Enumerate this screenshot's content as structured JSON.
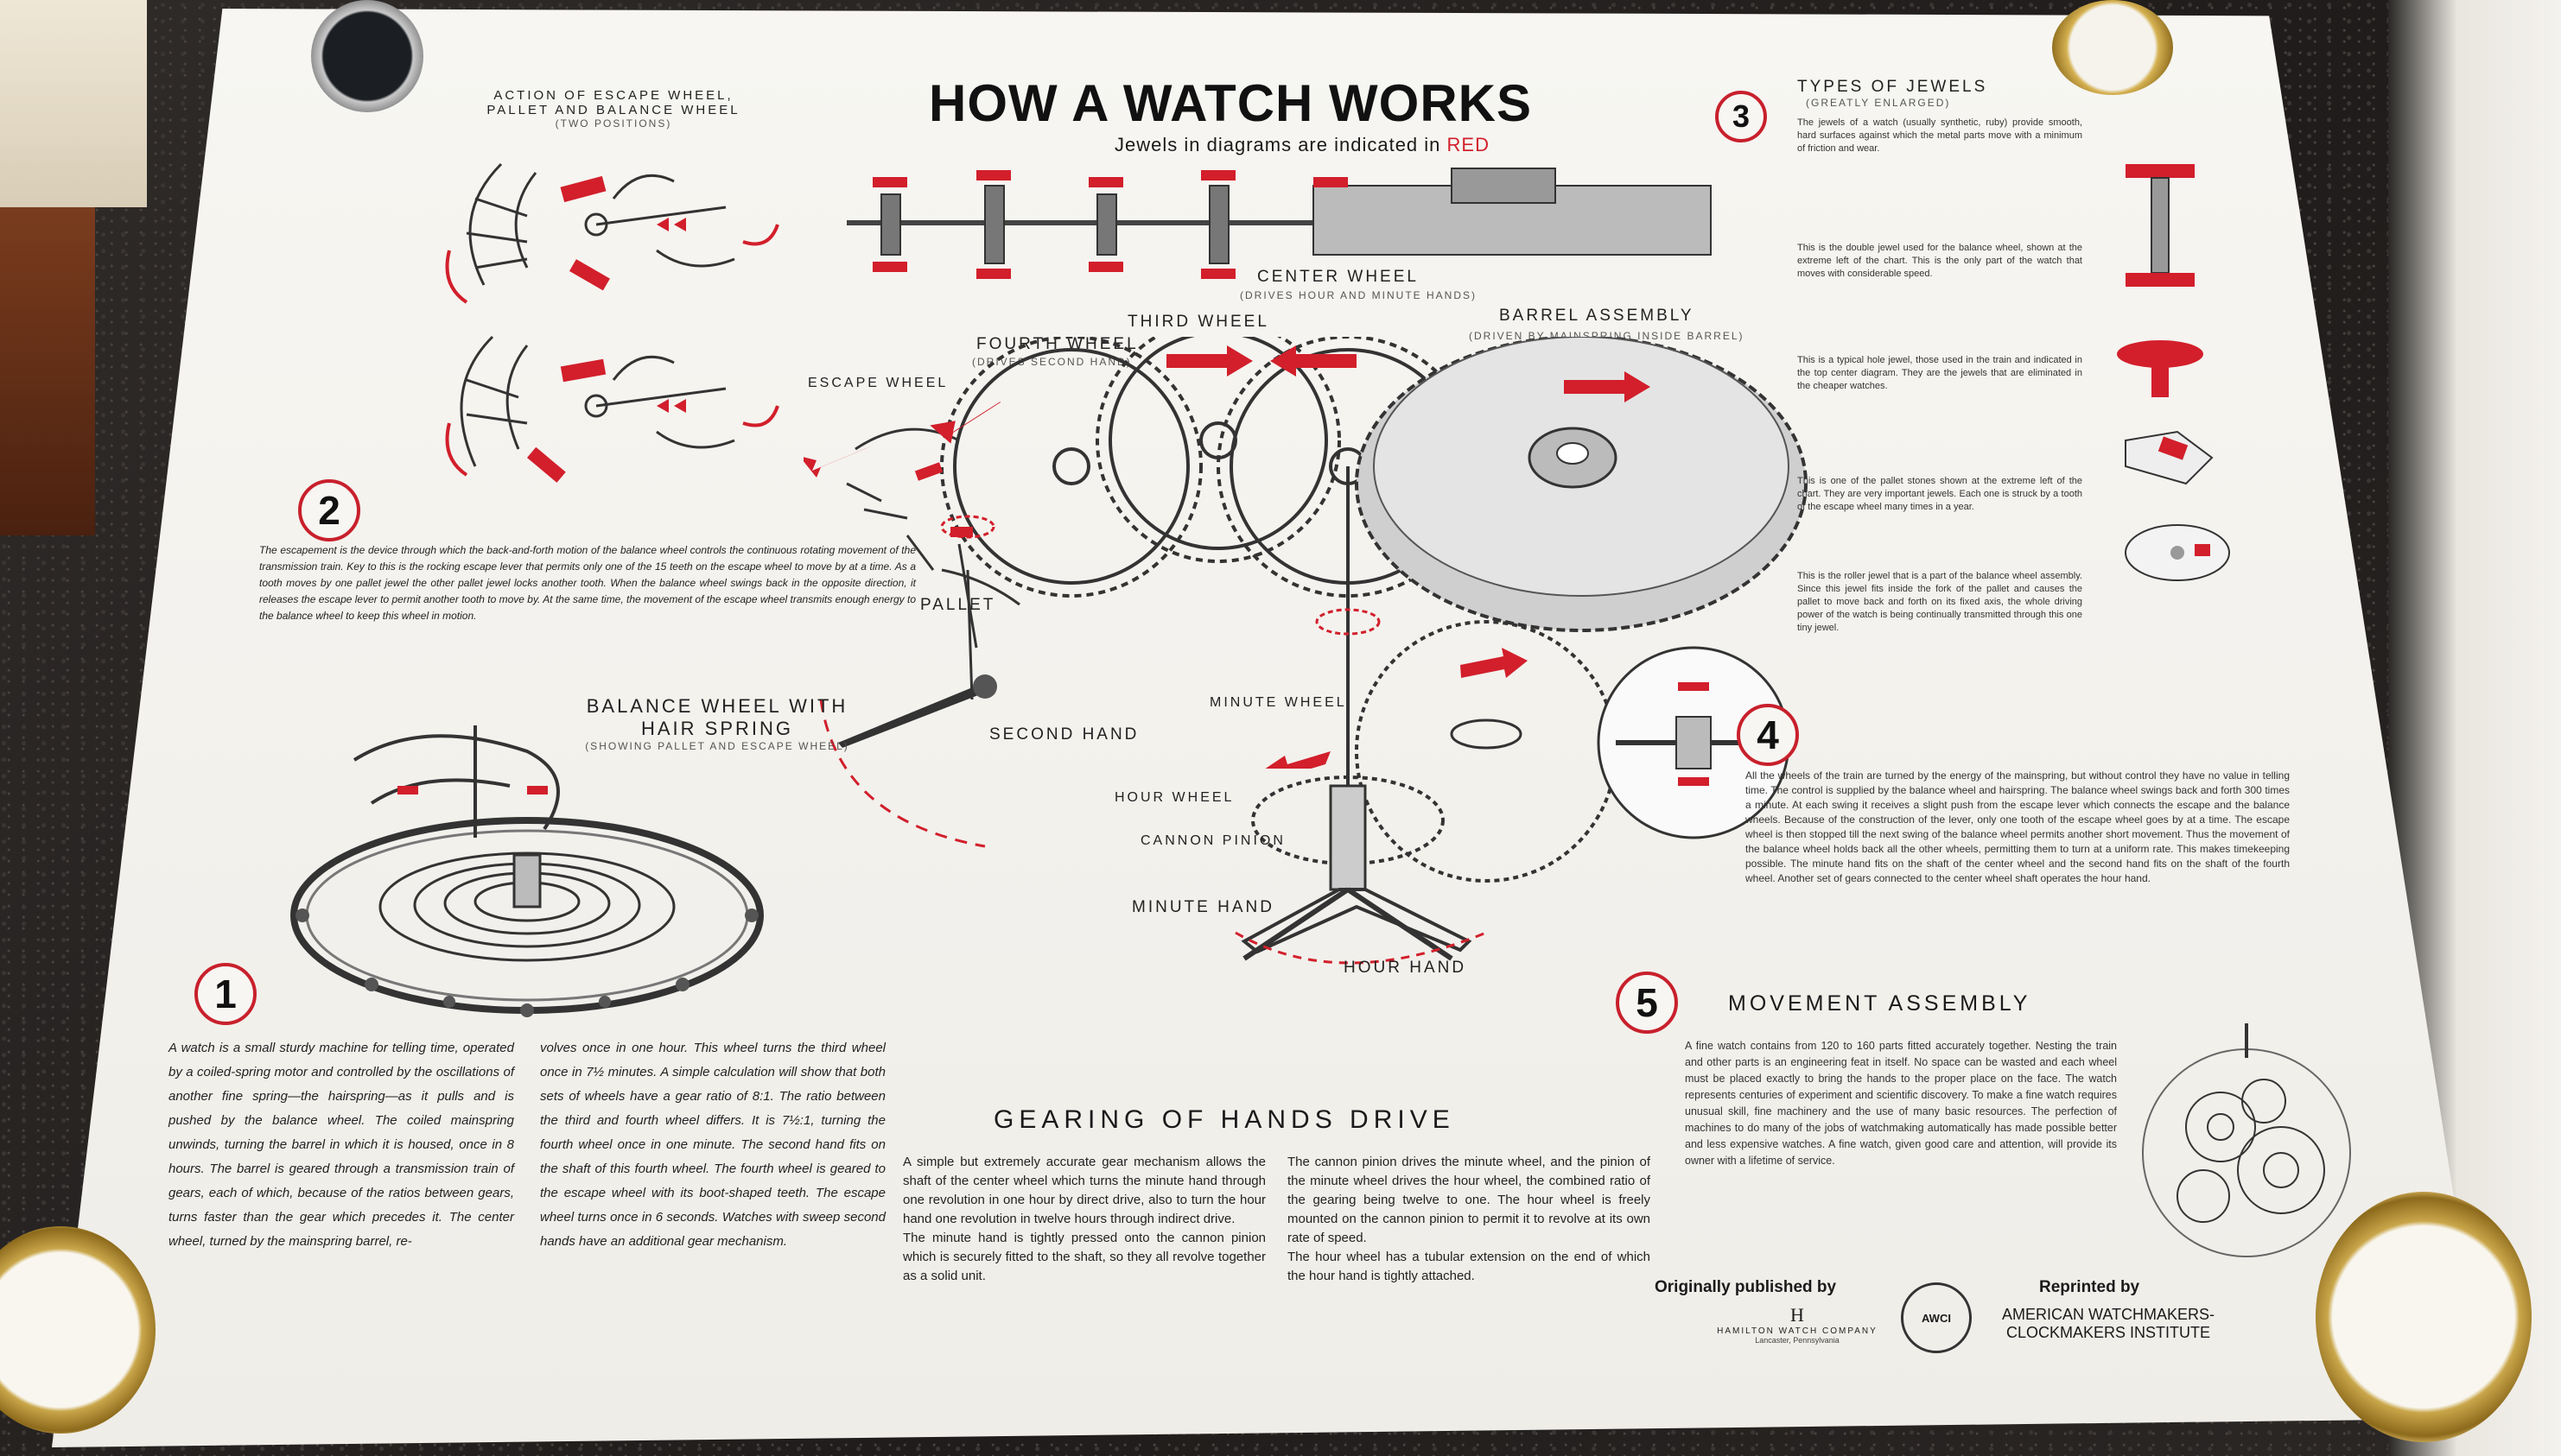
{
  "poster": {
    "title": "HOW A WATCH WORKS",
    "subtitle_prefix": "Jewels in diagrams are indicated in",
    "subtitle_red": "RED",
    "escape_section": {
      "title_line1": "ACTION OF ESCAPE WHEEL,",
      "title_line2": "PALLET AND BALANCE WHEEL",
      "title_line3": "(TWO POSITIONS)"
    },
    "labels": {
      "center_wheel": "CENTER WHEEL",
      "center_wheel_note": "(DRIVES HOUR AND MINUTE HANDS)",
      "third_wheel": "THIRD WHEEL",
      "fourth_wheel": "FOURTH WHEEL",
      "fourth_wheel_note": "(DRIVES SECOND HAND)",
      "escape_wheel": "ESCAPE WHEEL",
      "barrel_assembly": "BARREL ASSEMBLY",
      "barrel_assembly_note": "(DRIVEN BY MAINSPRING INSIDE BARREL)",
      "pallet": "PALLET",
      "second_hand": "SECOND HAND",
      "minute_wheel": "MINUTE WHEEL",
      "hour_wheel": "HOUR WHEEL",
      "cannon_pinion": "CANNON PINION",
      "minute_hand": "MINUTE HAND",
      "hour_hand": "HOUR HAND",
      "balance_title_line1": "BALANCE WHEEL WITH",
      "balance_title_line2": "HAIR SPRING",
      "balance_note": "(SHOWING PALLET AND ESCAPE WHEEL)"
    },
    "section2": {
      "number": "2",
      "text": "The escapement is the device through which the back-and-forth motion of the balance wheel controls the continuous rotating movement of the transmission train. Key to this is the rocking escape lever that permits only one of the 15 teeth on the escape wheel to move by at a time. As a tooth moves by one pallet jewel the other pallet jewel locks another tooth. When the balance wheel swings back in the opposite direction, it releases the escape lever to permit another tooth to move by. At the same time, the movement of the escape wheel transmits enough energy to the balance wheel to keep this wheel in motion."
    },
    "section1": {
      "number": "1",
      "col1": "A watch is a small sturdy machine for telling time, operated by a coiled-spring motor and controlled by the oscillations of another fine spring—the hairspring—as it pulls and is pushed by the balance wheel. The coiled mainspring unwinds, turning the barrel in which it is housed, once in 8 hours. The barrel is geared through a transmission train of gears, each of which, because of the ratios between gears, turns faster than the gear which precedes it. The center wheel, turned by the mainspring barrel, re-",
      "col2": "volves once in one hour. This wheel turns the third wheel once in 7½ minutes. A simple calculation will show that both sets of wheels have a gear ratio of 8:1. The ratio between the third and fourth wheel differs. It is 7½:1, turning the fourth wheel once in one minute. The second hand fits on the shaft of this fourth wheel. The fourth wheel is geared to the escape wheel with its boot-shaped teeth. The escape wheel turns once in 6 seconds. Watches with sweep second hands have an additional gear mechanism."
    },
    "gearing": {
      "title": "GEARING OF HANDS DRIVE",
      "col1": "A simple but extremely accurate gear mechanism allows the shaft of the center wheel which turns the minute hand through one revolution in one hour by direct drive, also to turn the hour hand one revolution in twelve hours through indirect drive.\n   The minute hand is tightly pressed onto the cannon pinion which is securely fitted to the shaft, so they all revolve together as a solid unit.",
      "col2": "The cannon pinion drives the minute wheel, and the pinion of the minute wheel drives the hour wheel, the combined ratio of the gearing being twelve to one. The hour wheel is freely mounted on the cannon pinion to permit it to revolve at its own rate of speed.\n   The hour wheel has a tubular extension on the end of which the hour hand is tightly attached."
    },
    "section3": {
      "number": "3",
      "title": "TYPES OF JEWELS",
      "note": "(GREATLY ENLARGED)",
      "p1": "The jewels of a watch (usually synthetic, ruby) provide smooth, hard surfaces against which the metal parts move with a minimum of friction and wear.",
      "p2": "This is the double jewel used for the balance wheel, shown at the extreme left of the chart. This is the only part of the watch that moves with considerable speed.",
      "p3": "This is a typical hole jewel, those used in the train and indicated in the top center diagram. They are the jewels that are eliminated in the cheaper watches.",
      "p4": "This is one of the pallet stones shown at the extreme left of the chart. They are very important jewels. Each one is struck by a tooth of the escape wheel many times in a year.",
      "p5": "This is the roller jewel that is a part of the balance wheel assembly. Since this jewel fits inside the fork of the pallet and causes the pallet to move back and forth on its fixed axis, the whole driving power of the watch is being continually transmitted through this one tiny jewel."
    },
    "section4": {
      "number": "4",
      "text": "All the wheels of the train are turned by the energy of the mainspring, but without control they have no value in telling time. The control is supplied by the balance wheel and hairspring. The balance wheel swings back and forth 300 times a minute. At each swing it receives a slight push from the escape lever which connects the escape and the balance wheels. Because of the construction of the lever, only one tooth of the escape wheel goes by at a time. The escape wheel is then stopped till the next swing of the balance wheel permits another short movement. Thus the movement of the balance wheel holds back all the other wheels, permitting them to turn at a uniform rate. This makes timekeeping possible. The minute hand fits on the shaft of the center wheel and the second hand fits on the shaft of the fourth wheel. Another set of gears connected to the center wheel shaft operates the hour hand."
    },
    "section5": {
      "number": "5",
      "title": "MOVEMENT ASSEMBLY",
      "text": "A fine watch contains from 120 to 160 parts fitted accurately together. Nesting the train and other parts is an engineering feat in itself. No space can be wasted and each wheel must be placed exactly to bring the hands to the proper place on the face. The watch represents centuries of experiment and scientific discovery. To make a fine watch requires unusual skill, fine machinery and the use of many basic resources. The perfection of machines to do many of the jobs of watchmaking automatically has made possible better and less expensive watches. A fine watch, given good care and attention, will provide its owner with a lifetime of service."
    },
    "footer": {
      "orig_label": "Originally published by",
      "hamilton_mark": "H",
      "hamilton_name": "HAMILTON WATCH COMPANY",
      "hamilton_city": "Lancaster, Pennsylvania",
      "awci_seal": "AWCI",
      "reprint_label": "Reprinted by",
      "reprint_line1": "AMERICAN WATCHMAKERS-",
      "reprint_line2": "CLOCKMAKERS INSTITUTE"
    }
  },
  "colors": {
    "jewel_red": "#d21f2b",
    "ink": "#1a1a1a",
    "paper": "#f4f3ef",
    "counter": "#2a2725",
    "gold": "#c9a64a"
  }
}
